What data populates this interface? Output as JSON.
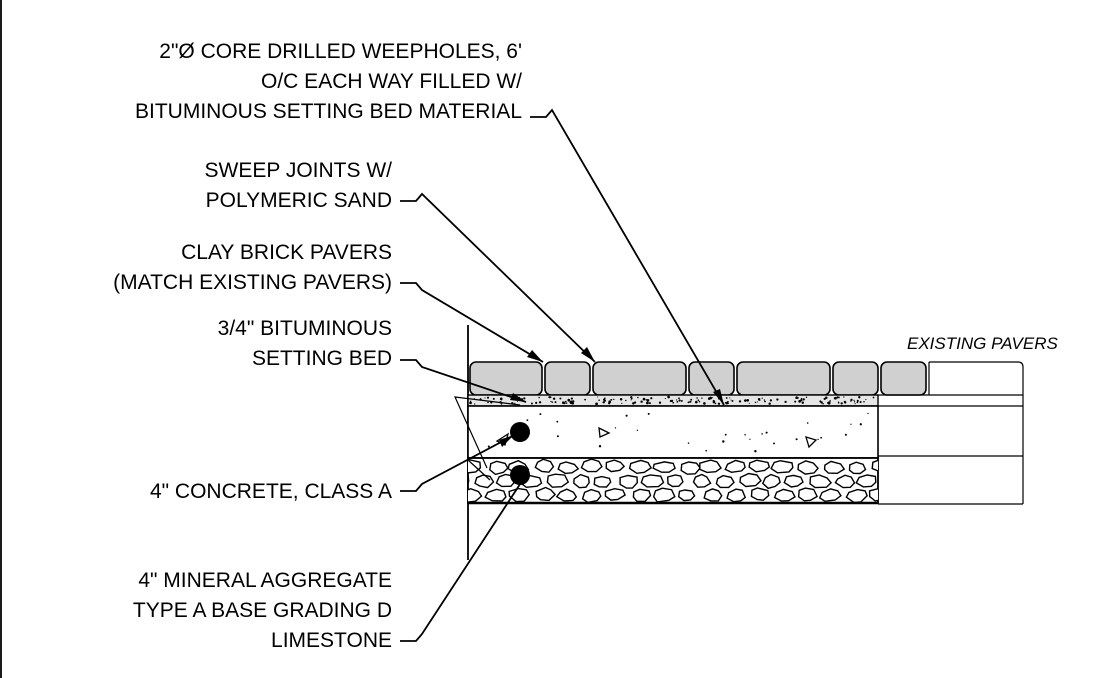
{
  "callouts": {
    "weepholes": [
      "2\"Ø CORE DRILLED WEEPHOLES, 6'",
      "O/C EACH WAY FILLED W/",
      "BITUMINOUS SETTING BED MATERIAL"
    ],
    "sweep_joints": [
      "SWEEP JOINTS W/",
      "POLYMERIC SAND"
    ],
    "clay_pavers": [
      "CLAY BRICK PAVERS",
      "(MATCH EXISTING PAVERS)"
    ],
    "setting_bed": [
      "3/4\" BITUMINOUS",
      "SETTING BED"
    ],
    "concrete": [
      "4\" CONCRETE, CLASS A"
    ],
    "aggregate": [
      "4\" MINERAL AGGREGATE",
      "TYPE A BASE GRADING D",
      "LIMESTONE"
    ]
  },
  "existing_label": "EXISTING PAVERS",
  "colors": {
    "paver_fill": "#d0d0d0",
    "line": "#000000",
    "background": "#ffffff"
  }
}
